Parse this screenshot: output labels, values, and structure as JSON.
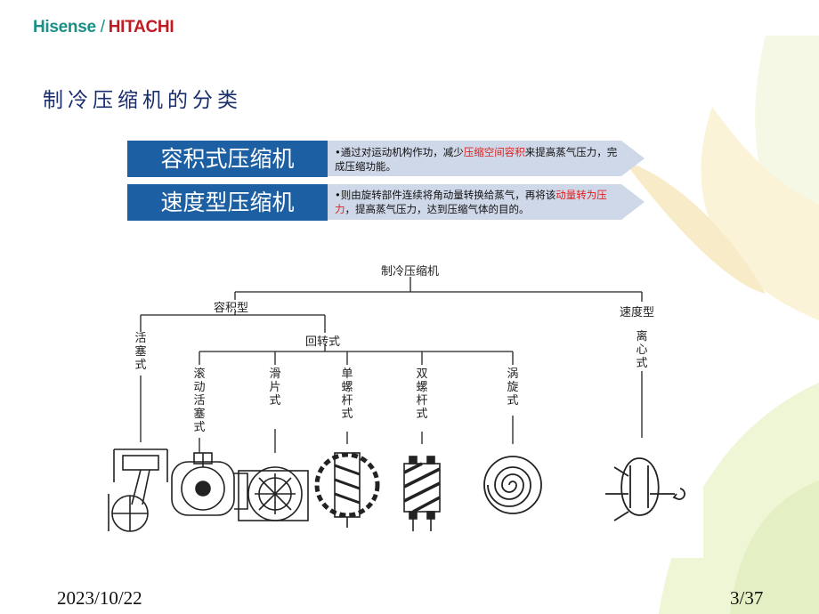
{
  "brand": {
    "left": "Hisense",
    "separator": "/",
    "right": "HITACHI"
  },
  "slide_title": "制冷压缩机的分类",
  "categories": [
    {
      "name": "容积式压缩机",
      "desc_pre": "•通过对运动机构作功，减少",
      "desc_hl": "压缩空间容积",
      "desc_post": "来提高蒸气压力，完成压缩功能。"
    },
    {
      "name": "速度型压缩机",
      "desc_pre": "•则由旋转部件连续将角动量转换给蒸气，再将该",
      "desc_hl": "动量转为压力",
      "desc_post": "，提高蒸气压力，达到压缩气体的目的。"
    }
  ],
  "tree": {
    "root": "制冷压缩机",
    "positive": "容积型",
    "rotary": "回转式",
    "speed": "速度型",
    "leaves": [
      "活塞式",
      "滚动活塞式",
      "滑片式",
      "单螺杆式",
      "双螺杆式",
      "涡旋式",
      "离心式"
    ]
  },
  "footer": {
    "date": "2023/10/22",
    "page": "3/37"
  },
  "colors": {
    "box": "#1d5fa3",
    "highlight": "#e02020",
    "title": "#1b2e6e"
  }
}
